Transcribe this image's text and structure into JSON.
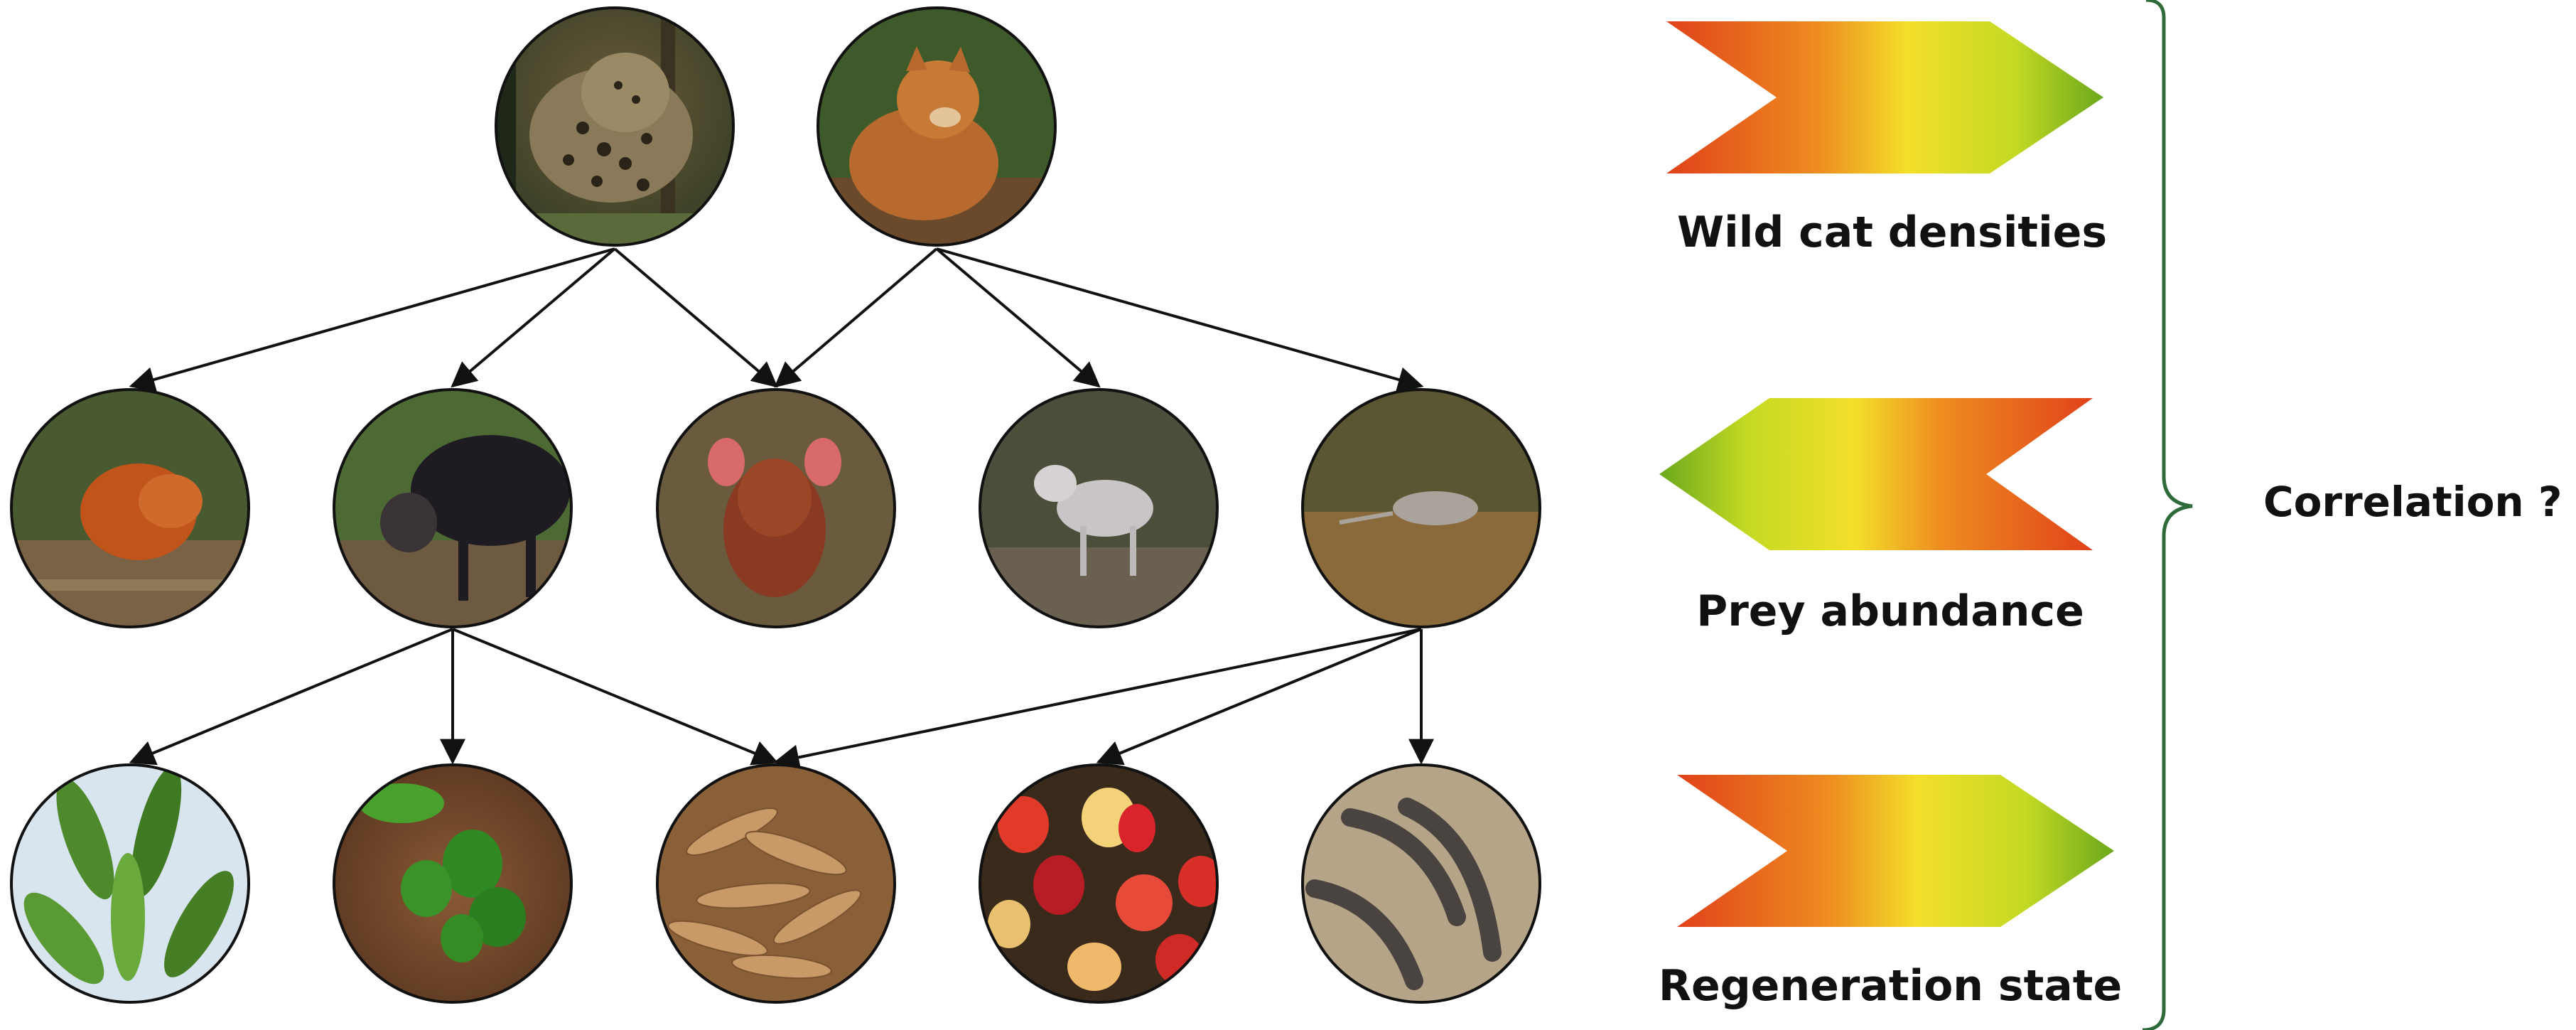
{
  "labels": {
    "wild_cat_densities": "Wild cat densities",
    "prey_abundance": "Prey abundance",
    "regeneration_state": "Regeneration state",
    "correlation": "Correlation ?"
  },
  "colors": {
    "gradient_red": "#e0421a",
    "gradient_orange": "#ee8d20",
    "gradient_yellow": "#f3df2a",
    "gradient_green": "#6aa81c",
    "bracket": "#2f6b3a",
    "node_outline": "#111111"
  },
  "nodes": {
    "predators": [
      {
        "subject": "leopard"
      },
      {
        "subject": "golden cat"
      }
    ],
    "prey": [
      {
        "subject": "red river hog"
      },
      {
        "subject": "yellow-backed duiker"
      },
      {
        "subject": "red duiker"
      },
      {
        "subject": "blue duiker"
      },
      {
        "subject": "brush-tailed porcupine"
      }
    ],
    "seeds": [
      {
        "subject": "sapling leaves"
      },
      {
        "subject": "seedling"
      },
      {
        "subject": "seed pods"
      },
      {
        "subject": "red fruits"
      },
      {
        "subject": "dark pods"
      }
    ]
  }
}
